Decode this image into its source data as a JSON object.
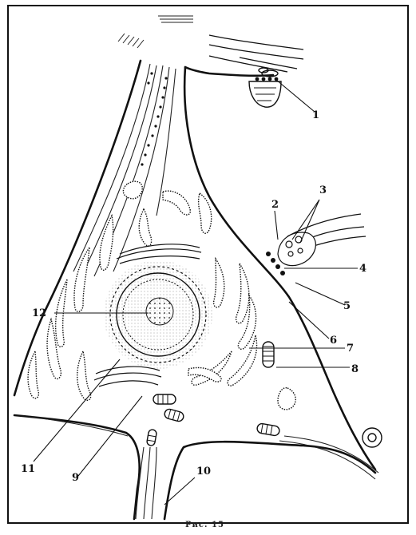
{
  "diagram": {
    "labels": [
      "1",
      "2",
      "3",
      "4",
      "5",
      "6",
      "7",
      "8",
      "9",
      "10",
      "11",
      "12"
    ],
    "caption": "Рис. 15",
    "colors": {
      "ink": "#111111",
      "paper": "#ffffff"
    }
  }
}
